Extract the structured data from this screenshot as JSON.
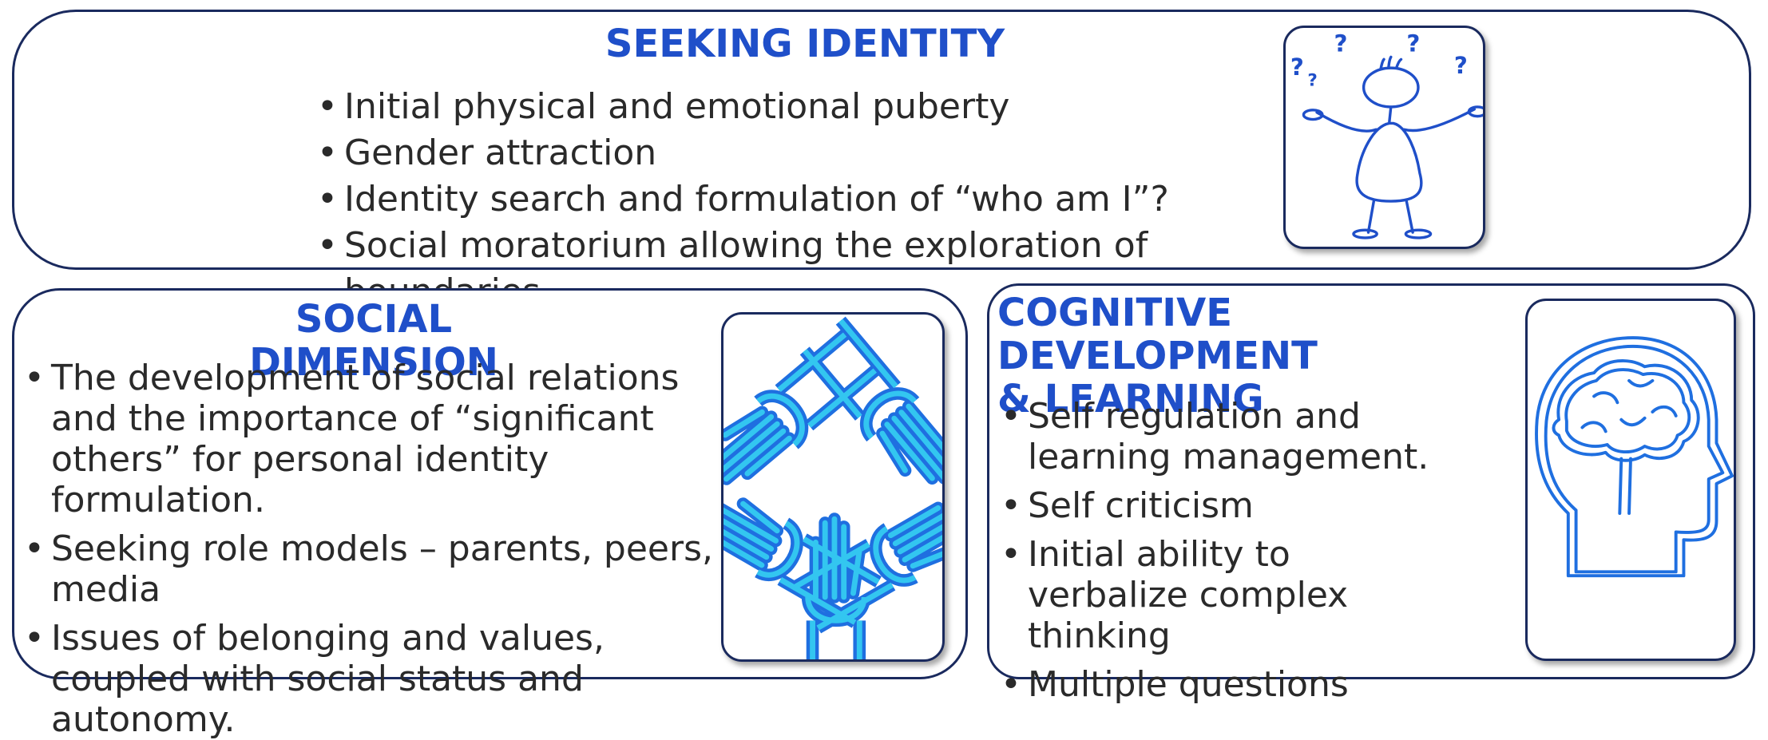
{
  "colors": {
    "title": "#1f4fc9",
    "border": "#1a2a5e",
    "text": "#2a2a2a",
    "icon_blue": "#1f6fe0",
    "icon_cyan": "#33c6f0"
  },
  "top": {
    "title": "SEEKING IDENTITY",
    "bullets": [
      "Initial physical and emotional puberty",
      "Gender attraction",
      "Identity search and formulation of “who am I”?",
      "Social moratorium allowing the exploration of boundaries"
    ],
    "icon": "confused-stick-figure-icon",
    "icon_glyphs": [
      "?",
      "?",
      "?",
      "?",
      "?"
    ]
  },
  "social": {
    "title": "SOCIAL DIMENSION",
    "bullets": [
      "The development of social relations and the importance of “significant others” for personal identity formulation.",
      "Seeking role models – parents, peers, media",
      "Issues of belonging and values, coupled with social status and autonomy."
    ],
    "icon": "joined-hands-icon"
  },
  "cognitive": {
    "title_line1": "COGNITIVE DEVELOPMENT",
    "title_line2": "& LEARNING",
    "bullets": [
      "Self regulation and learning management.",
      "Self criticism",
      "Initial ability to verbalize complex thinking",
      "Multiple questions"
    ],
    "icon": "head-brain-icon"
  }
}
